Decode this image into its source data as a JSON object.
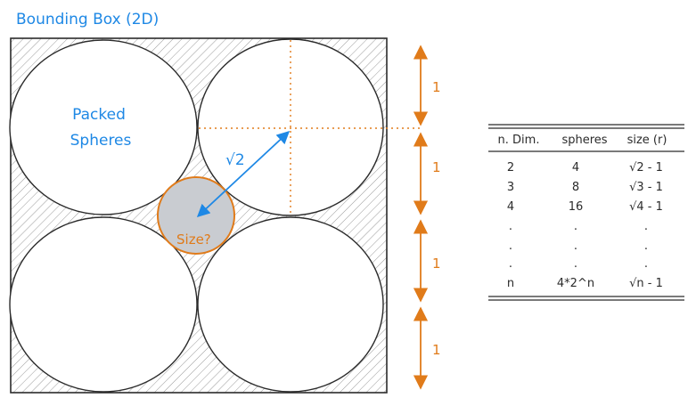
{
  "title": "Bounding Box (2D)",
  "labels": {
    "packed_line1": "Packed",
    "packed_line2": "Spheres",
    "diagonal": "√2",
    "size_question": "Size?"
  },
  "unit_labels": [
    "1",
    "1",
    "1",
    "1"
  ],
  "table": {
    "headers": [
      "n. Dim.",
      "spheres",
      "size (r)"
    ],
    "rows": [
      [
        "2",
        "4",
        "√2 - 1"
      ],
      [
        "3",
        "8",
        "√3 - 1"
      ],
      [
        "4",
        "16",
        "√4 - 1"
      ],
      [
        ".",
        ".",
        "."
      ],
      [
        ".",
        ".",
        "."
      ],
      [
        ".",
        ".",
        "."
      ],
      [
        "n",
        "4*2^n",
        "√n - 1"
      ]
    ]
  },
  "colors": {
    "blue": "#1e88e5",
    "orange": "#e07b1a",
    "ink": "#2b2b2b",
    "small_sphere_fill": "#c9ccd1",
    "hatch": "#8a8a8a"
  }
}
